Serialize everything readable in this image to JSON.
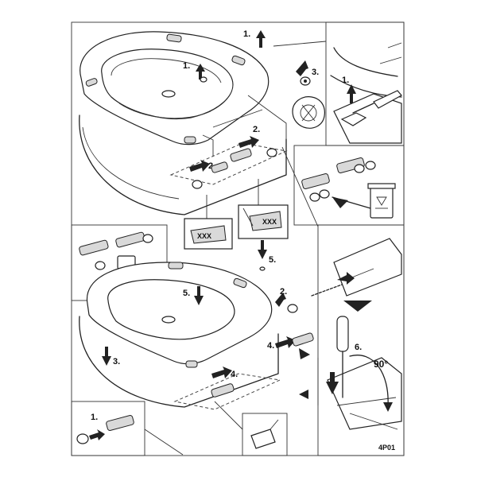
{
  "steps": {
    "s1_lid": "1.",
    "s1_top": "1.",
    "s3_top": "3.",
    "s1_right": "1.",
    "s2_top": "2.",
    "s2_top_b": "2.",
    "s5_mid": "5.",
    "s5_left": "5.",
    "s2_mid": "2.",
    "s4_mid": "4.",
    "s3_left": "3.",
    "s4_low": "4.",
    "s6": "6.",
    "s1_bottom": "1."
  },
  "angle_label": "90°",
  "part_code_a": "XXX",
  "part_code_b": "XXX",
  "doc_code": "4P01",
  "colors": {
    "line": "#222222",
    "background": "#ffffff",
    "shade": "#d9d9d9"
  },
  "icons": [
    "recycle-bin-icon",
    "screwdriver-icon",
    "arrow-icon"
  ]
}
